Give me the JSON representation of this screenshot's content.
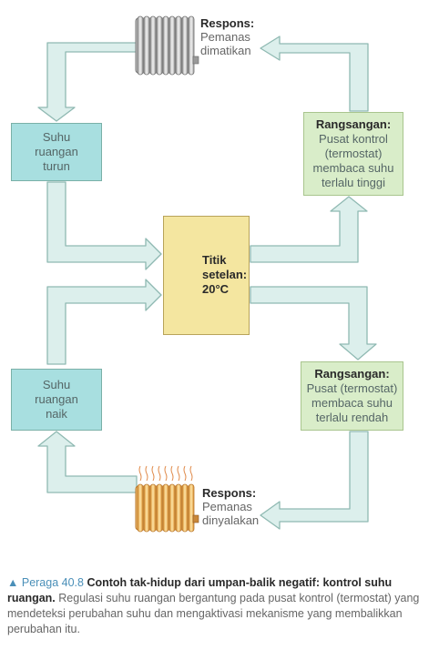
{
  "response_top": {
    "title": "Respons:",
    "lines": [
      "Pemanas",
      "dimatikan"
    ]
  },
  "room_falls": {
    "lines": [
      "Suhu",
      "ruangan",
      "turun"
    ]
  },
  "stimulus_high": {
    "title": "Rangsangan:",
    "lines": [
      "Pusat kontrol",
      "(termostat)",
      "membaca suhu",
      "terlalu tinggi"
    ]
  },
  "setpoint": {
    "lines": [
      "Titik",
      "setelan:",
      "20°C"
    ]
  },
  "stimulus_low": {
    "title": "Rangsangan:",
    "lines": [
      "Pusat (termostat)",
      "membaca suhu",
      "terlalu rendah"
    ]
  },
  "room_rises": {
    "lines": [
      "Suhu",
      "ruangan",
      "naik"
    ]
  },
  "response_bottom": {
    "title": "Respons:",
    "lines": [
      "Pemanas",
      "dinyalakan"
    ]
  },
  "caption": {
    "triangle": "▲",
    "figure": "Peraga 40.8",
    "title": "Contoh tak-hidup dari umpan-balik negatif: kontrol suhu ruangan.",
    "body": "Regulasi suhu ruangan bergantung pada pusat kontrol (termostat) yang mendeteksi perubahan suhu dan mengaktivasi mekanisme yang membalikkan perubahan itu."
  },
  "colors": {
    "arrow_fill": "#dcefec",
    "arrow_stroke": "#8fb9b2",
    "teal_box": "#a8dfe0",
    "green_box": "#d9edc9",
    "setpoint_box": "#f4e6a0",
    "figure_label": "#4a8fb8"
  },
  "icons": [
    "radiator-off-icon",
    "thermometer-icon",
    "radiator-hot-icon"
  ]
}
